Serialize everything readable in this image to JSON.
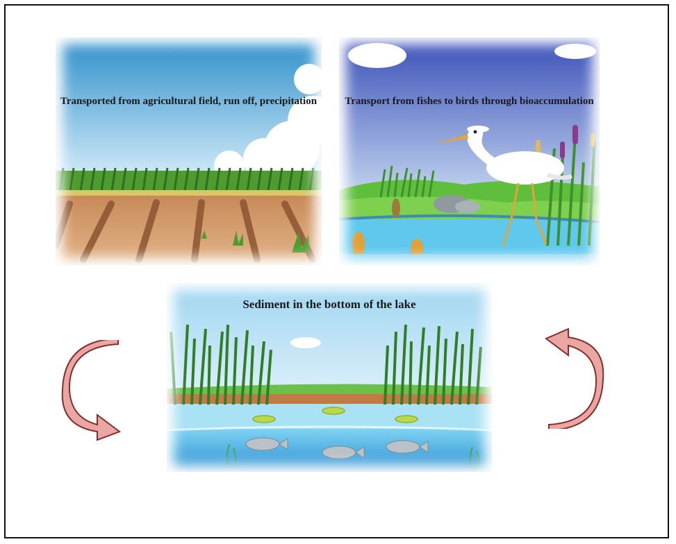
{
  "panels": {
    "field": {
      "caption": "Transported from agricultural field, run off, precipitation"
    },
    "wetland": {
      "caption": "Transport from fishes to birds through bioaccumulation"
    },
    "lake": {
      "caption": "Sediment in the bottom  of the lake"
    }
  },
  "colors": {
    "sky": "#4aa6d6",
    "soil": "#b47a4c",
    "crop": "#3f8f2a",
    "water": "#5cc2ea",
    "arrow_fill": "#e9a7a3",
    "arrow_stroke": "#8a2b2b"
  },
  "icons": {
    "left_arrow": "curved-arrow-icon",
    "right_arrow": "curved-arrow-icon"
  }
}
